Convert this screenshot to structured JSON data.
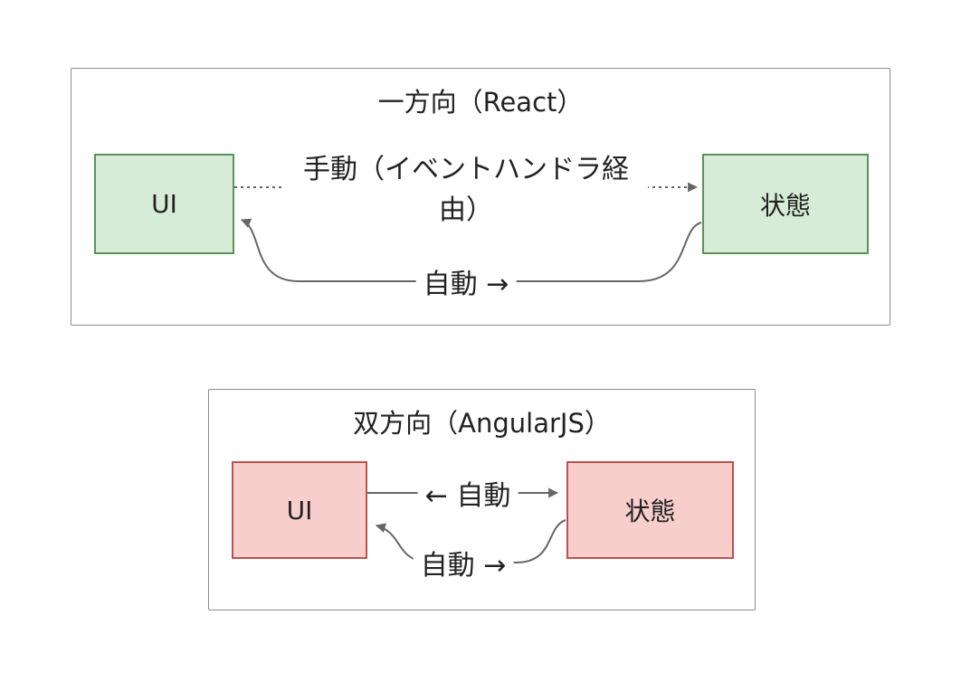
{
  "diagram_react": {
    "title": "一方向（React）",
    "node_ui": "UI",
    "node_state": "状態",
    "edge_manual_label": "手動（イベントハンドラ経由）",
    "edge_auto_label": "自動 →"
  },
  "diagram_angular": {
    "title": "双方向（AngularJS）",
    "node_ui": "UI",
    "node_state": "状態",
    "edge_auto_to_state_label": "← 自動",
    "edge_auto_to_ui_label": "自動 →"
  },
  "colors": {
    "green_fill": "#d7ecd7",
    "green_border": "#58935a",
    "red_fill": "#f8cecc",
    "red_border": "#b85450",
    "arrow": "#666666",
    "frame_border": "#8c8c8c"
  }
}
